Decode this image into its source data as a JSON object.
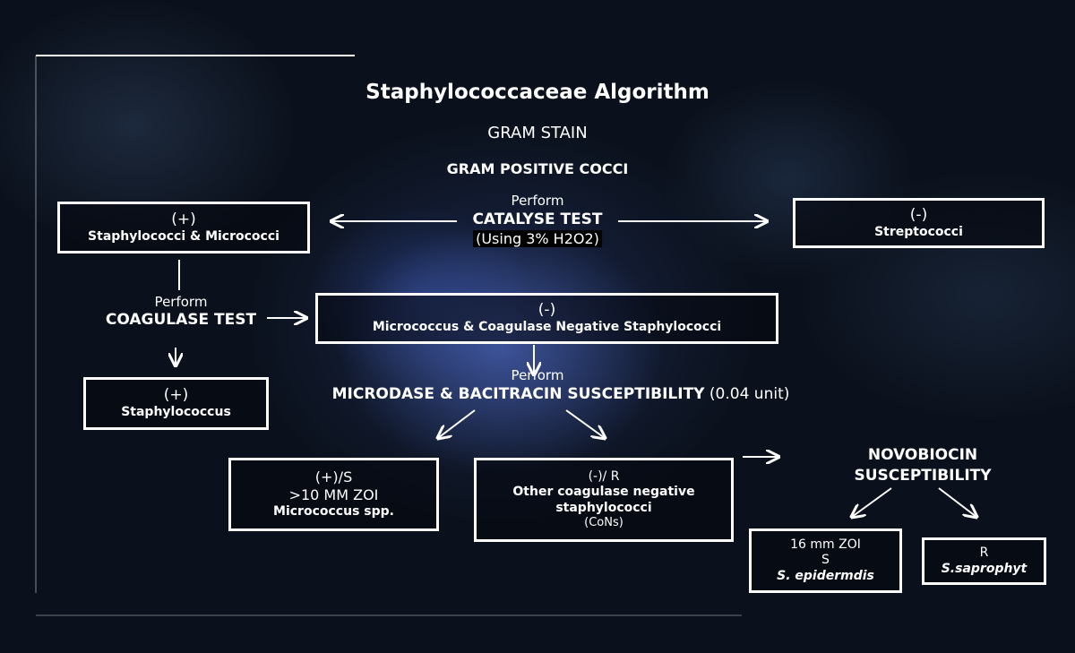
{
  "title": "Staphylococcaceae Algorithm",
  "gram_stain": "GRAM STAIN",
  "gram_positive": "GRAM POSITIVE COCCI",
  "catalase": {
    "perform": "Perform",
    "test": "CATALYSE TEST",
    "reagent": "(Using 3% H2O2)"
  },
  "pos_catalase": {
    "sign": "(+)",
    "label": "Staphylococci & Micrococci"
  },
  "neg_catalase": {
    "sign": "(-)",
    "label": "Streptococci"
  },
  "coagulase": {
    "perform": "Perform",
    "test": "COAGULASE TEST"
  },
  "neg_coagulase": {
    "sign": "(-)",
    "label": "Micrococcus & Coagulase Negative Staphylococci"
  },
  "pos_coagulase": {
    "sign": "(+)",
    "label": "Staphylococcus"
  },
  "microdase": {
    "perform": "Perform",
    "test": "MICRODASE & BACITRACIN SUSCEPTIBILITY",
    "dose": "(0.04 unit)"
  },
  "micrococcus": {
    "sign": "(+)/S",
    "zoi": ">10 MM ZOI",
    "label": "Micrococcus spp."
  },
  "cons": {
    "sign": "(-)/ R",
    "label1": "Other coagulase negative",
    "label2": "staphylococci",
    "abbr": "(CoNs)"
  },
  "novobiocin": {
    "line1": "NOVOBIOCIN",
    "line2": "SUSCEPTIBILITY"
  },
  "epidermidis": {
    "zoi": "16 mm ZOI",
    "sign": "S",
    "label": "S. epidermdis"
  },
  "saprophyticus": {
    "sign": "R",
    "label": "S.saprophyt"
  }
}
